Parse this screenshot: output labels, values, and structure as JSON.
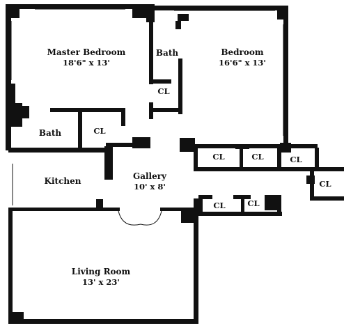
{
  "rooms": {
    "master_bedroom": {
      "name": "Master Bedroom",
      "size": "18'6\" x 13'"
    },
    "bedroom": {
      "name": "Bedroom",
      "size": "16'6\" x 13'"
    },
    "gallery": {
      "name": "Gallery",
      "size": "10' x 8'"
    },
    "living_room": {
      "name": "Living Room",
      "size": "13' x 23'"
    },
    "kitchen": {
      "name": "Kitchen"
    },
    "bath_upper": {
      "name": "Bath"
    },
    "bath_lower": {
      "name": "Bath"
    }
  },
  "closets": [
    "CL",
    "CL",
    "CL",
    "CL",
    "CL",
    "CL",
    "CL",
    "CL"
  ],
  "colors": {
    "wall": "#111111",
    "background": "#ffffff"
  }
}
